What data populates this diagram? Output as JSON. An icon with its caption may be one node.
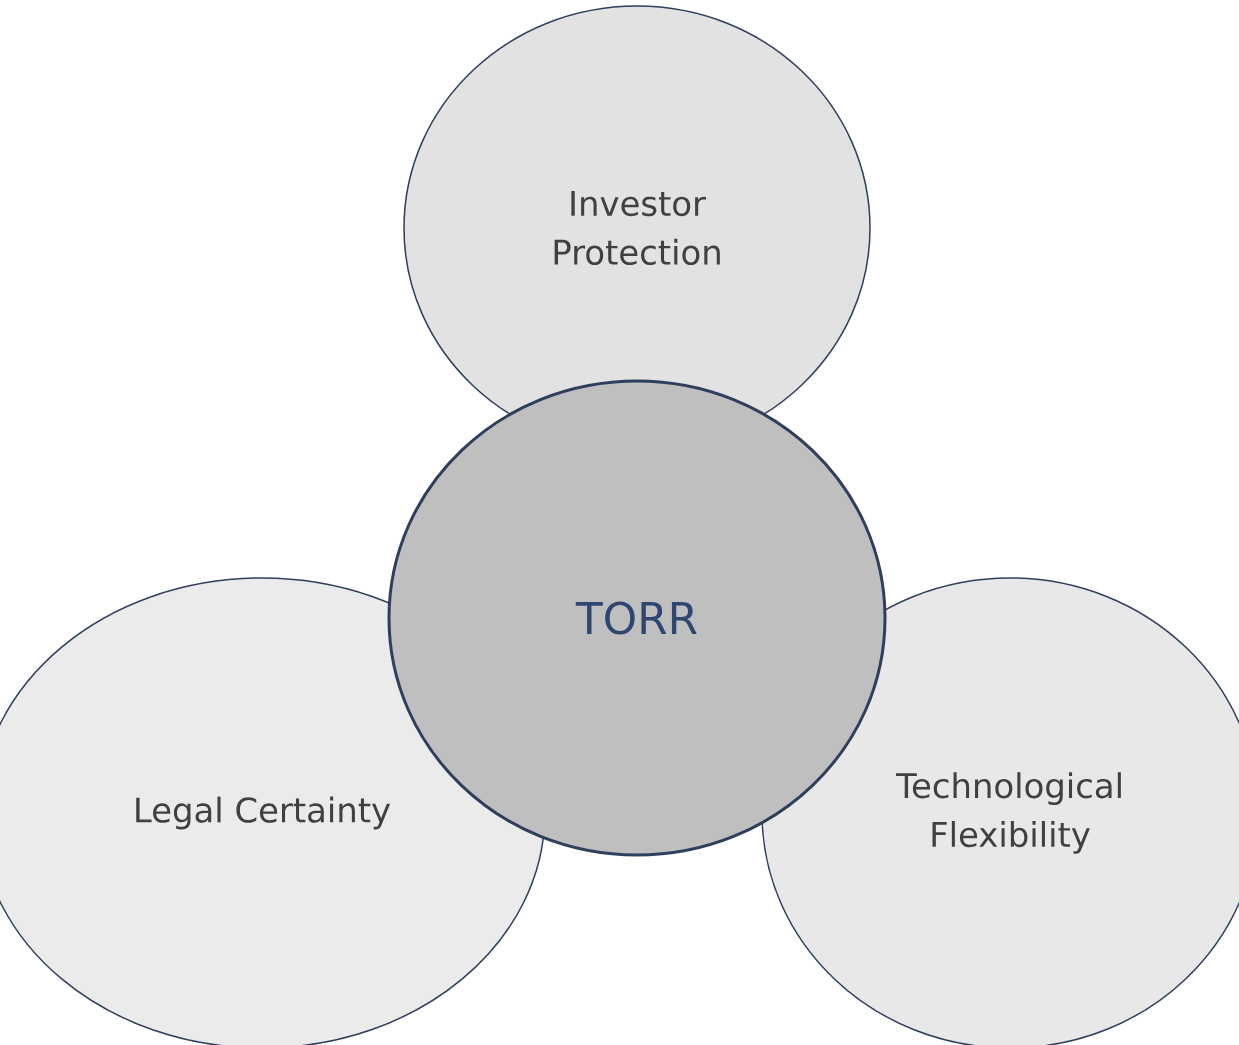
{
  "diagram": {
    "nodes": [
      {
        "text": [
          "Investor Protection"
        ]
      },
      {
        "text": [
          "Legal Certainty"
        ]
      },
      {
        "text": [
          "Technological Flexibility"
        ]
      },
      {
        "text": [
          "TORR"
        ]
      }
    ]
  }
}
